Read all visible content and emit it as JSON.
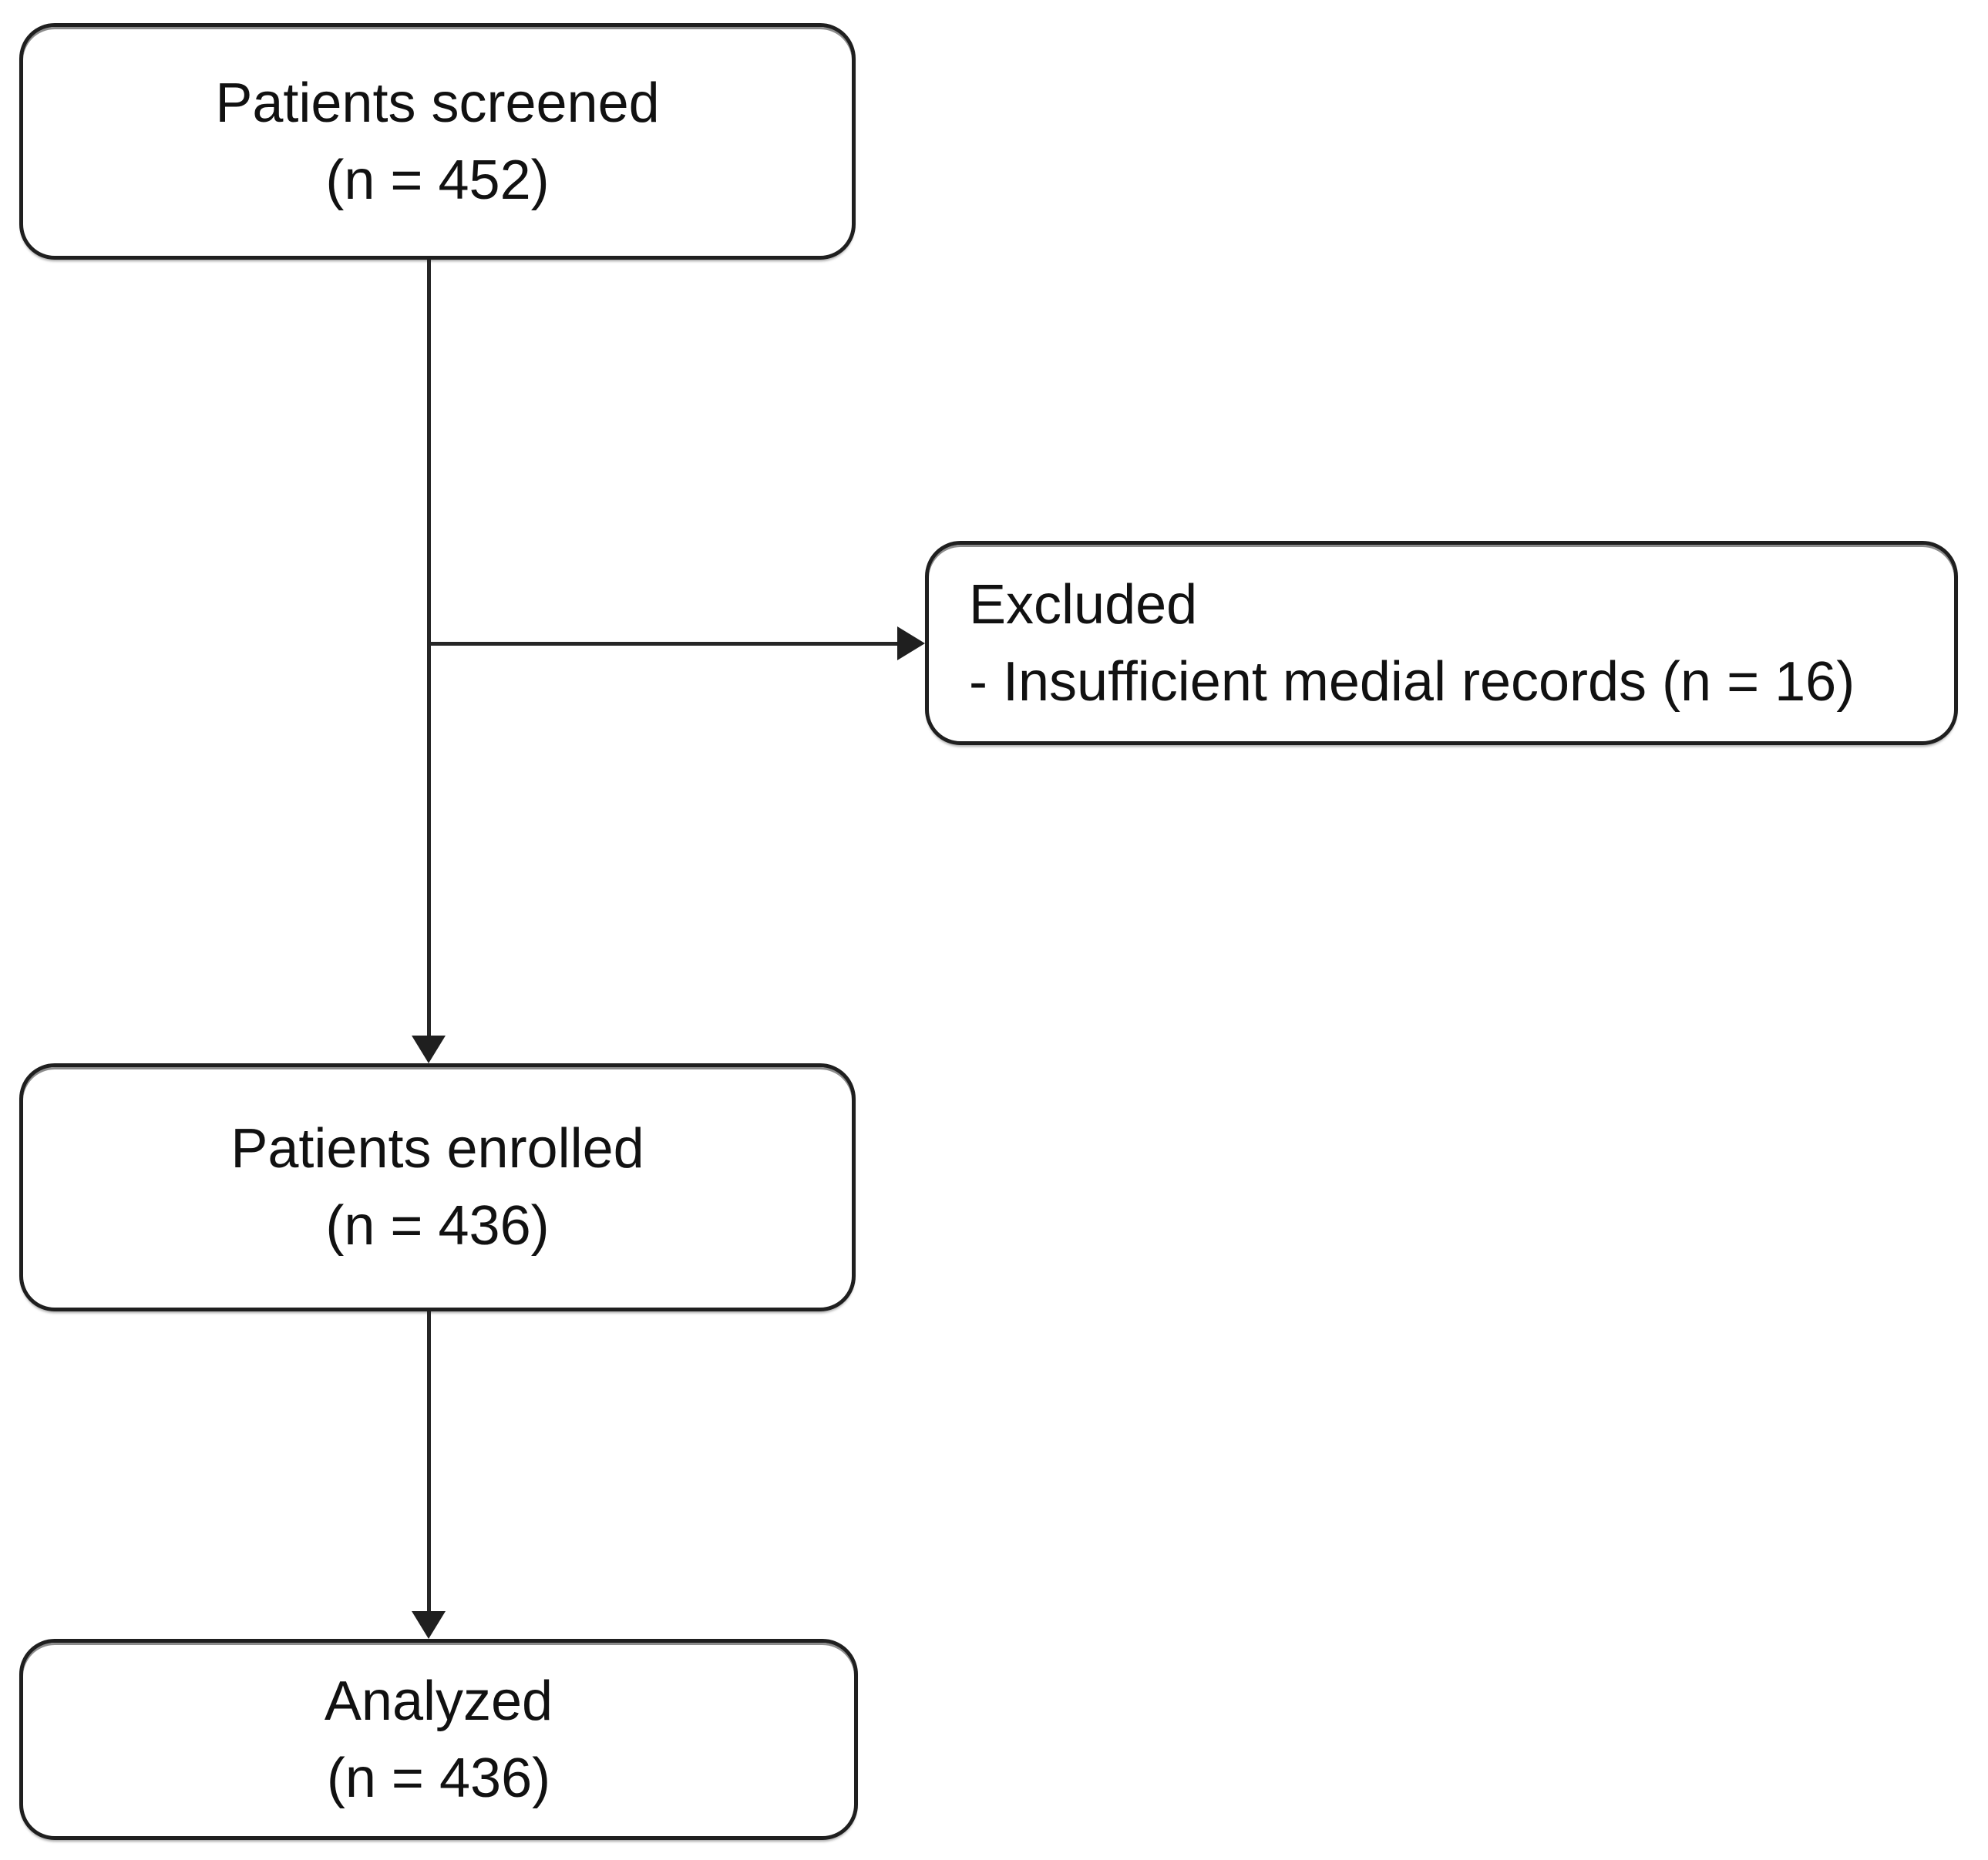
{
  "flow": {
    "screened": {
      "title": "Patients screened",
      "count": "(n = 452)"
    },
    "excluded": {
      "title": "Excluded",
      "reason": "- Insufficient medial records (n = 16)"
    },
    "enrolled": {
      "title": "Patients enrolled",
      "count": "(n = 436)"
    },
    "analyzed": {
      "title": "Analyzed",
      "count": "(n = 436)"
    }
  },
  "edges": [
    {
      "from": "screened",
      "to": "enrolled",
      "direction": "down"
    },
    {
      "from": "screened",
      "to": "excluded",
      "direction": "right"
    },
    {
      "from": "enrolled",
      "to": "analyzed",
      "direction": "down"
    }
  ],
  "style": {
    "background": "#ffffff",
    "border_color": "#1f1f1f",
    "text_color": "#111111",
    "line_color": "#262626"
  }
}
